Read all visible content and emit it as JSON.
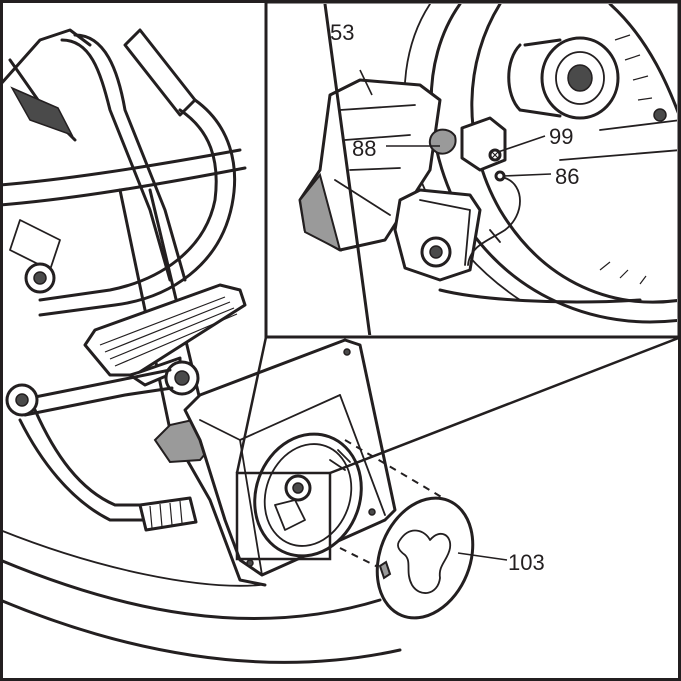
{
  "callouts": {
    "part_53": "53",
    "part_88": "88",
    "part_99": "99",
    "part_86": "86",
    "part_103": "103"
  },
  "colors": {
    "ink": "#231f20",
    "paper": "#ffffff",
    "shade": "#9a9a9a"
  }
}
